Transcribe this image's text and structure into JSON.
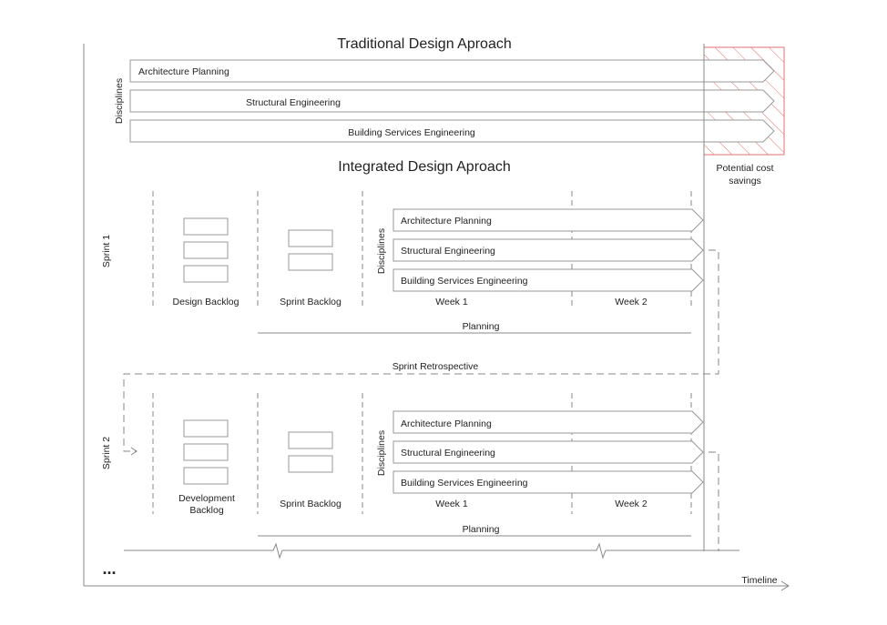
{
  "traditional": {
    "title": "Traditional Design Aproach",
    "axis_label": "Disciplines",
    "bars": [
      "Architecture Planning",
      "Structural Engineering",
      "Building Services Engineering"
    ]
  },
  "savings": {
    "line1": "Potential cost",
    "line2": "savings",
    "color": "#e07070"
  },
  "integrated": {
    "title": "Integrated Design Aproach"
  },
  "sprint1": {
    "label": "Sprint 1",
    "backlog_label": "Design Backlog",
    "sprint_backlog_label": "Sprint Backlog",
    "disciplines_label": "Disciplines",
    "bars": [
      "Architecture Planning",
      "Structural Engineering",
      "Building Services Engineering"
    ],
    "week1": "Week 1",
    "week2": "Week 2",
    "planning": "Planning"
  },
  "retrospective": {
    "label": "Sprint Retrospective"
  },
  "sprint2": {
    "label": "Sprint 2",
    "backlog_label_line1": "Development",
    "backlog_label_line2": "Backlog",
    "sprint_backlog_label": "Sprint Backlog",
    "disciplines_label": "Disciplines",
    "bars": [
      "Architecture Planning",
      "Structural Engineering",
      "Building Services Engineering"
    ],
    "week1": "Week 1",
    "week2": "Week 2",
    "planning": "Planning"
  },
  "continuation": "...",
  "timeline_label": "Timeline"
}
